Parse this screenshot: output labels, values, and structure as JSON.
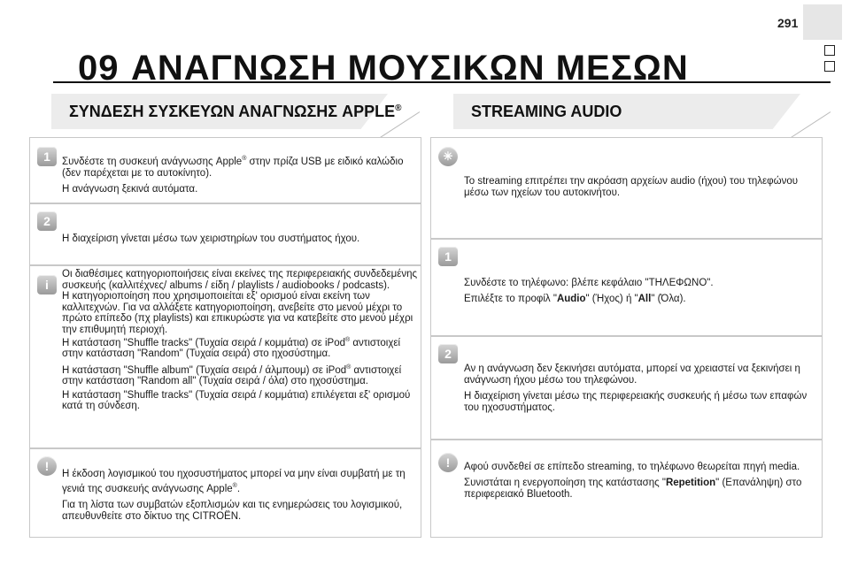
{
  "page": {
    "number": "291",
    "chapter": "09",
    "title": "ΑΝΑΓΝΩΣΗ ΜΟΥΣΙΚΩΝ ΜΕΣΩΝ"
  },
  "left": {
    "heading": "ΣΥΝΔΕΣΗ ΣΥΣΚΕΥΩΝ ΑΝΑΓΝΩΣΗΣ APPLE",
    "heading_sup": "®",
    "step1": {
      "badge": "1",
      "line1_a": "Συνδέστε τη συσκευή ανάγνωσης Apple",
      "line1_sup": "®",
      "line1_b": " στην πρίζα USB με ειδικό καλώδιο (δεν παρέχεται με το αυτοκίνητο).",
      "line2": "Η ανάγνωση ξεκινά αυτόματα."
    },
    "step2": {
      "badge": "2",
      "line1": "Η διαχείριση γίνεται μέσω των χειριστηρίων του συστήματος ήχου."
    },
    "info": {
      "badge": "i",
      "p1": "Οι διαθέσιμες κατηγοριοποιήσεις είναι εκείνες της περιφερειακής συνδεδεμένης συσκευής (καλλιτέχνες/ albums / είδη / playlists / audiobooks / podcasts).",
      "p2": "Η κατηγοριοποίηση που χρησιμοποιείται εξ' ορισμού είναι εκείνη των καλλιτεχνών. Για να αλλάξετε κατηγοριοποίηση, ανεβείτε στο μενού μέχρι το πρώτο επίπεδο (πχ playlists) και επικυρώστε για να κατεβείτε στο μενού μέχρι την επιθυμητή περιοχή.",
      "p3_a": "Η κατάσταση \"Shuffle tracks\" (Τυχαία σειρά / κομμάτια) σε iPod",
      "p3_sup": "®",
      "p3_b": " αντιστοιχεί στην κατάσταση \"Random\" (Τυχαία σειρά) στο ηχοσύστημα.",
      "p4_a": "Η κατάσταση \"Shuffle album\" (Τυχαία σειρά / άλμπουμ) σε iPod",
      "p4_sup": "®",
      "p4_b": " αντιστοιχεί στην κατάσταση \"Random all\" (Τυχαία σειρά / όλα) στο ηχοσύστημα.",
      "p5": "Η κατάσταση \"Shuffle tracks\" (Τυχαία σειρά / κομμάτια) επιλέγεται εξ' ορισμού κατά τη σύνδεση."
    },
    "warning": {
      "badge": "!",
      "p1_a": "Η έκδοση λογισμικού του ηχοσυστήματος μπορεί να μην είναι συμβατή με τη γενιά της συσκευής ανάγνωσης Apple",
      "p1_sup": "®",
      "p1_b": ".",
      "p2": "Για τη λίστα των συμβατών εξοπλισμών και τις ενημερώσεις του λογισμικού, απευθυνθείτε στο δίκτυο της CITROËN."
    }
  },
  "right": {
    "heading": "STREAMING AUDIO",
    "tip": {
      "p1": "Το streaming επιτρέπει την ακρόαση αρχείων audio (ήχου) του τηλεφώνου μέσω των ηχείων του αυτοκινήτου."
    },
    "step1": {
      "badge": "1",
      "p1": "Συνδέστε το τηλέφωνο: βλέπε κεφάλαιο \"ΤΗΛΕΦΩΝΟ\".",
      "p2_a": "Επιλέξτε το προφίλ \"",
      "p2_b1": "Audio",
      "p2_c": "\" (Ήχος) ή \"",
      "p2_b2": "All",
      "p2_d": "\" (Όλα)."
    },
    "step2": {
      "badge": "2",
      "p1": "Αν η ανάγνωση δεν ξεκινήσει αυτόματα, μπορεί να χρειαστεί να ξεκινήσει η ανάγνωση ήχου μέσω του τηλεφώνου.",
      "p2": "Η διαχείριση γίνεται μέσω της περιφερειακής συσκευής ή μέσω των επαφών του ηχοσυστήματος."
    },
    "warning": {
      "badge": "!",
      "p1": "Αφού συνδεθεί σε επίπεδο streaming, το τηλέφωνο θεωρείται πηγή media.",
      "p2_a": "Συνιστάται η ενεργοποίηση της κατάστασης \"",
      "p2_b": "Repetition",
      "p2_c": "\" (Επανάληψη) στο περιφερειακό Bluetooth."
    }
  }
}
